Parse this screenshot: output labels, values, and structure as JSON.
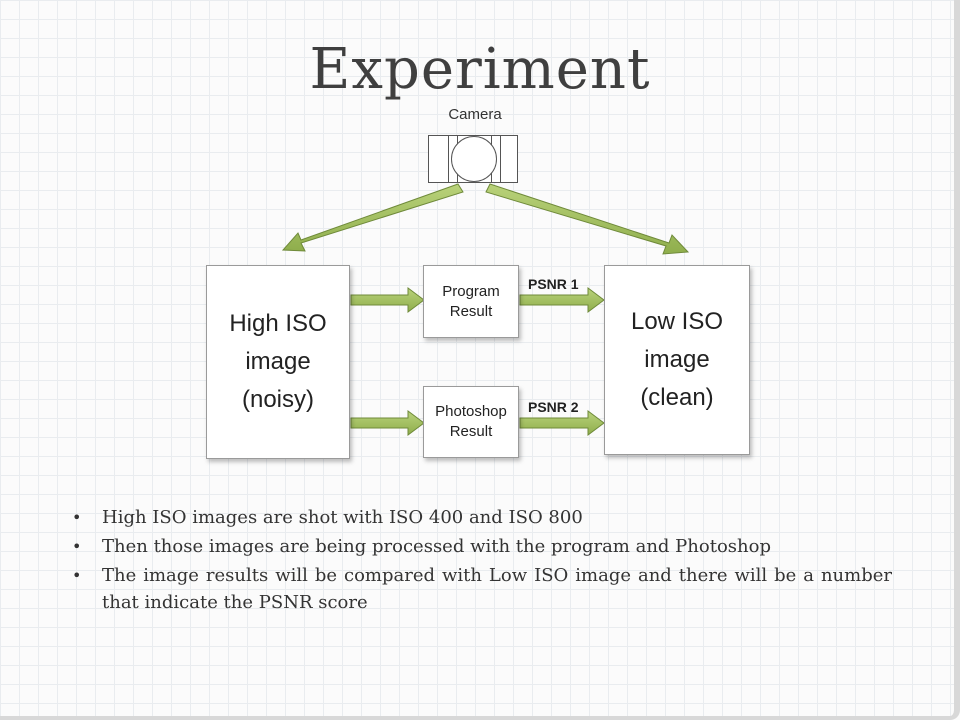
{
  "slide": {
    "title": "Experiment"
  },
  "diagram": {
    "camera": {
      "label": "Camera",
      "icon": "camera-icon"
    },
    "high_iso": {
      "line1": "High ISO",
      "line2": "image",
      "line3": "(noisy)"
    },
    "low_iso": {
      "line1": "Low ISO",
      "line2": "image",
      "line3": "(clean)"
    },
    "program_result": {
      "line1": "Program",
      "line2": "Result"
    },
    "photoshop_result": {
      "line1": "Photoshop",
      "line2": "Result"
    },
    "psnr1": "PSNR 1",
    "psnr2": "PSNR 2",
    "colors": {
      "arrow_fill": "#9bbb59",
      "arrow_stroke": "#6f8a3a",
      "box_border": "#9a9a9a"
    }
  },
  "bullets": [
    "High ISO images are shot with ISO 400 and ISO 800",
    "Then those images are being processed with the program and Photoshop",
    "The image results will be compared with Low ISO image and there will be a number that indicate the PSNR score"
  ]
}
